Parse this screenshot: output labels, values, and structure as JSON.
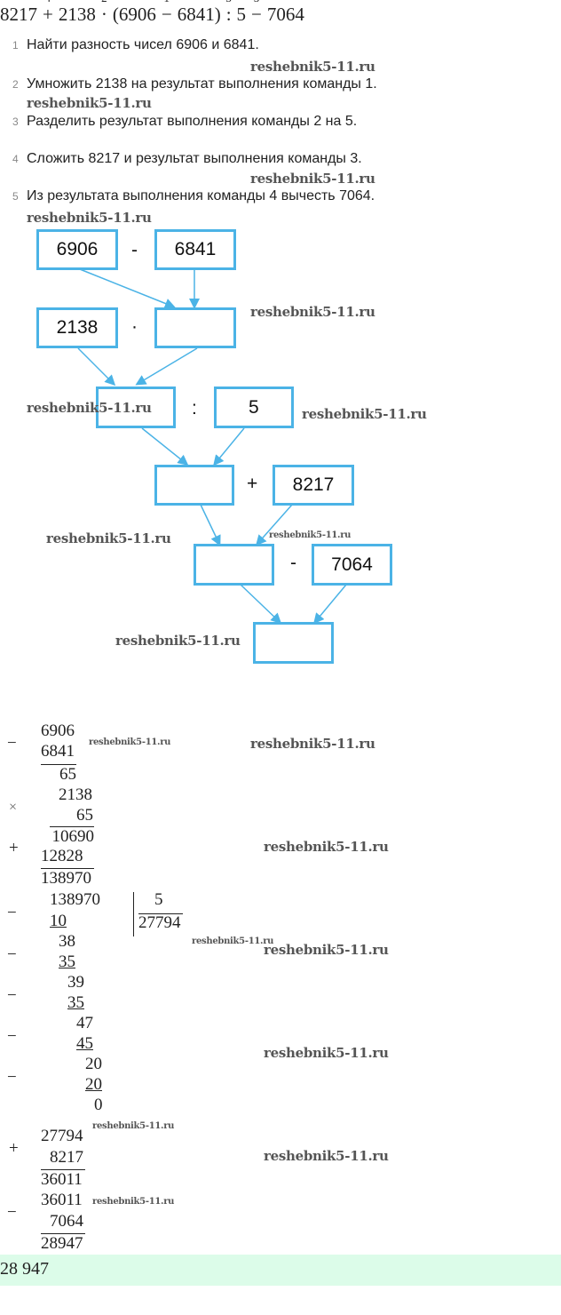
{
  "expression": {
    "terms": [
      "8217",
      "2138",
      "(6906",
      "6841)",
      "5",
      "7064"
    ],
    "operators": [
      {
        "symbol": "+",
        "order": "4"
      },
      {
        "symbol": "·",
        "order": "2"
      },
      {
        "symbol": "−",
        "order": "1"
      },
      {
        "symbol": ":",
        "order": "3"
      },
      {
        "symbol": "−",
        "order": "5"
      }
    ]
  },
  "steps": [
    {
      "num": "1",
      "text": "Найти разность чисел 6906 и 6841."
    },
    {
      "num": "2",
      "text": "Умножить 2138 на результат выполнения команды 1."
    },
    {
      "num": "3",
      "text": "Разделить результат выполнения команды 2 на 5."
    },
    {
      "num": "4",
      "text": "Сложить 8217 и результат выполнения команды 3."
    },
    {
      "num": "5",
      "text": "Из результата выполнения команды 4 вычесть 7064."
    }
  ],
  "watermark": "reshebnik5-11.ru",
  "diagram": {
    "boxes": {
      "a": "6906",
      "b": "6841",
      "c": "2138",
      "d": "",
      "e": "",
      "f": "5",
      "g": "",
      "h": "8217",
      "i": "",
      "j": "7064",
      "k": ""
    },
    "ops": {
      "r1": "-",
      "r2": "·",
      "r3": ":",
      "r4": "+",
      "r5": "-"
    },
    "color": "#4bb3e6"
  },
  "calcs": {
    "sub1": {
      "sign": "−",
      "a": "6906",
      "b": "6841",
      "r": "65"
    },
    "mul": {
      "sign": "×",
      "a": "2138",
      "b": "65",
      "p1": "10690",
      "plus": "+",
      "p2": "12828",
      "r": "138970"
    },
    "div": {
      "dividend": "138970",
      "divisor": "5",
      "quotient": "27794",
      "rows": [
        "10",
        "38",
        "35",
        "39",
        "35",
        "47",
        "45",
        "20",
        "20",
        "0"
      ],
      "sign": "−"
    },
    "add": {
      "sign": "+",
      "a": "27794",
      "b": "8217",
      "r": "36011"
    },
    "sub2": {
      "sign": "−",
      "a": "36011",
      "b": "7064",
      "r": "28947"
    }
  },
  "answer": "28 947",
  "answer_bg": "#dcfce9"
}
